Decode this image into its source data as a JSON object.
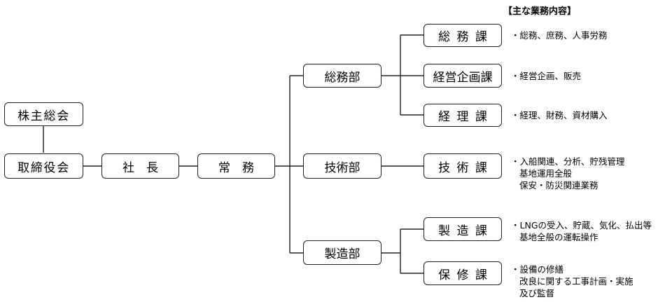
{
  "heading": "【主な業務内容】",
  "nodes": {
    "shareholders": "株主総会",
    "board": "取締役会",
    "president": "社　長",
    "managing_director": "常　務",
    "general_affairs_dept": "総務部",
    "technical_dept": "技術部",
    "manufacturing_dept": "製造部",
    "general_affairs_sec": "総務課",
    "planning_sec": "経営企画課",
    "accounting_sec": "経理課",
    "technical_sec": "技術課",
    "manufacturing_sec": "製造課",
    "maintenance_sec": "保修課"
  },
  "duties": {
    "general_affairs_sec": [
      "・総務、庶務、人事労務"
    ],
    "planning_sec": [
      "・経営企画、販売"
    ],
    "accounting_sec": [
      "・経理、財務、資材購入"
    ],
    "technical_sec": [
      "・入船関連、分析、貯残管理",
      "基地運用全般",
      "保安・防災関連業務"
    ],
    "manufacturing_sec": [
      "・LNGの受入、貯蔵、気化、払出等",
      "基地全般の運転操作"
    ],
    "maintenance_sec": [
      "・設備の修繕",
      "改良に関する工事計画・実施",
      "及び監督"
    ]
  }
}
